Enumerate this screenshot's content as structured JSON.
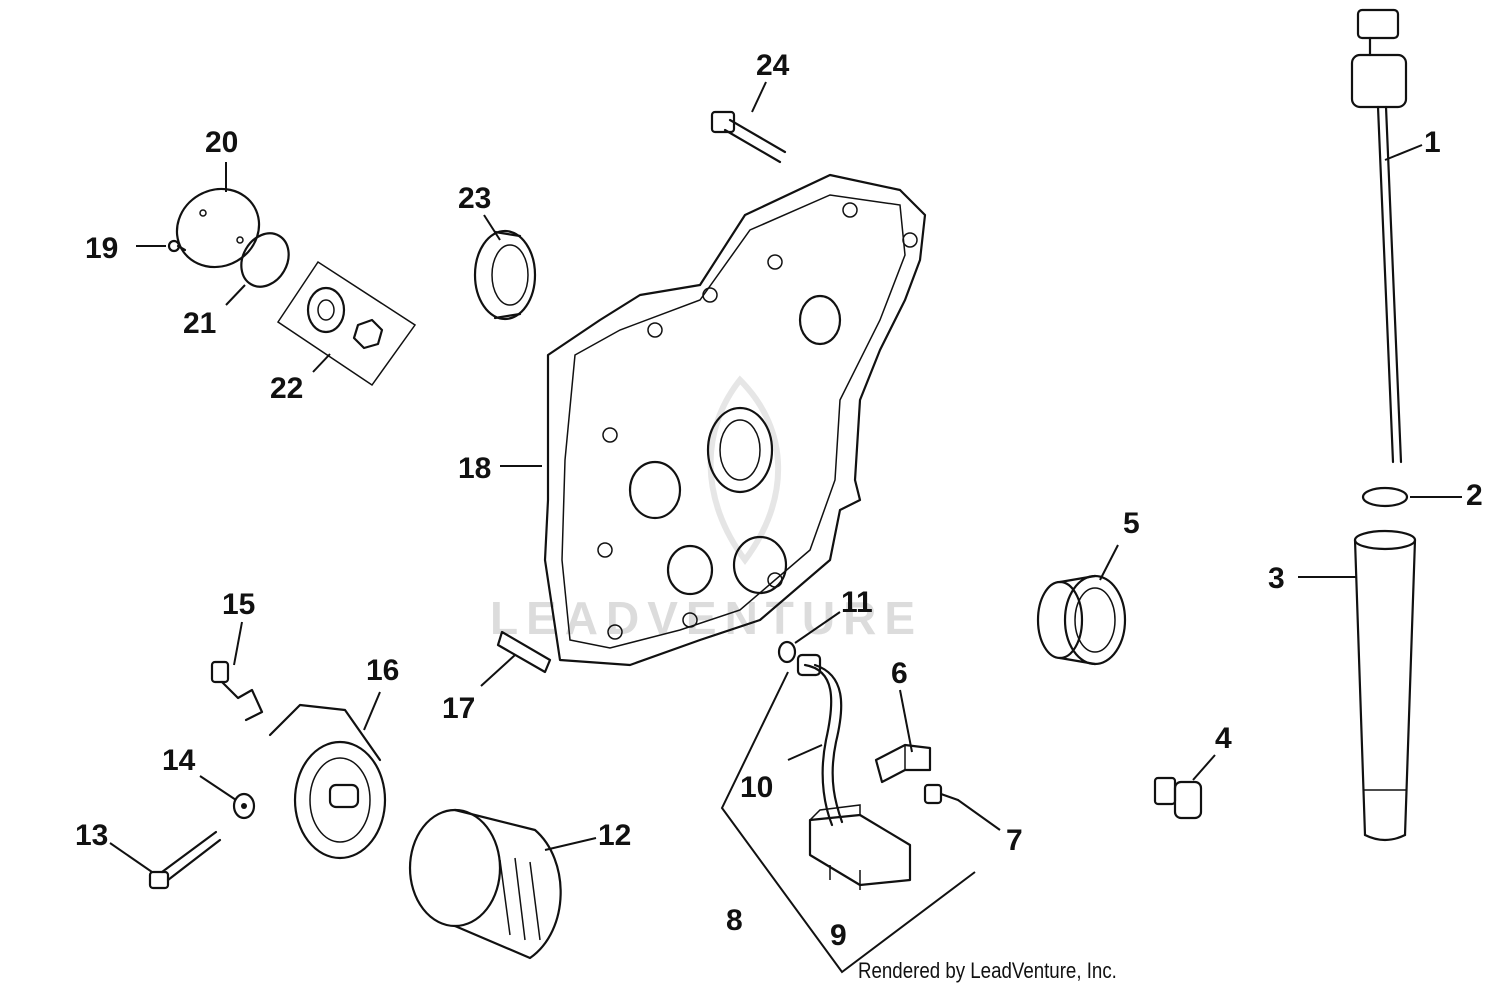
{
  "watermark": "LEADVENTURE",
  "credit": "Rendered by LeadVenture, Inc.",
  "callouts": {
    "c1": "1",
    "c2": "2",
    "c3": "3",
    "c4": "4",
    "c5": "5",
    "c6": "6",
    "c7": "7",
    "c8": "8",
    "c9": "9",
    "c10": "10",
    "c11": "11",
    "c12": "12",
    "c13": "13",
    "c14": "14",
    "c15": "15",
    "c16": "16",
    "c17": "17",
    "c18": "18",
    "c19": "19",
    "c20": "20",
    "c21": "21",
    "c22": "22",
    "c23": "23",
    "c24": "24"
  }
}
